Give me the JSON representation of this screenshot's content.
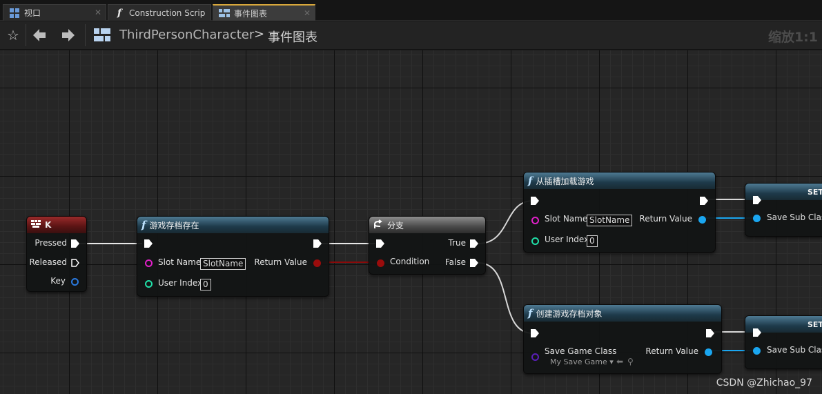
{
  "tabs": [
    {
      "label": "视口",
      "icon": "viewport-icon"
    },
    {
      "label": "Construction Scrip",
      "icon": "function-icon"
    },
    {
      "label": "事件图表",
      "icon": "event-graph-icon"
    }
  ],
  "toolbar": {
    "breadcrumb_root": "ThirdPersonCharacter",
    "breadcrumb_separator": ">",
    "breadcrumb_leaf": "事件图表",
    "zoom": "缩放1:1"
  },
  "nodes": {
    "key_event": {
      "title": "K",
      "pins": {
        "pressed": "Pressed",
        "released": "Released",
        "key": "Key"
      }
    },
    "does_save_exist": {
      "title": "游戏存档存在",
      "pins": {
        "slot_name": "Slot Name",
        "slot_name_value": "SlotName",
        "user_index": "User Index",
        "user_index_value": "0",
        "return_value": "Return Value"
      }
    },
    "branch": {
      "title": "分支",
      "pins": {
        "condition": "Condition",
        "true": "True",
        "false": "False"
      }
    },
    "load_game": {
      "title": "从插槽加载游戏",
      "pins": {
        "slot_name": "Slot Name",
        "slot_name_value": "SlotName",
        "user_index": "User Index",
        "user_index_value": "0",
        "return_value": "Return Value"
      }
    },
    "create_save": {
      "title": "创建游戏存档对象",
      "pins": {
        "save_game_class": "Save Game Class",
        "class_value": "My Save Game",
        "return_value": "Return Value"
      }
    },
    "set_top": {
      "title": "SET",
      "pins": {
        "input": "Save Sub Class"
      }
    },
    "set_bottom": {
      "title": "SET",
      "pins": {
        "input": "Save Sub Class"
      }
    }
  },
  "colors": {
    "exec": "#ffffff",
    "string_pin": "#e020c8",
    "int_pin": "#20e0a8",
    "bool_pin": "#9a0c0c",
    "object_pin": "#1aa6f0",
    "class_pin": "#5a1fb8"
  },
  "watermark": "CSDN @Zhichao_97"
}
